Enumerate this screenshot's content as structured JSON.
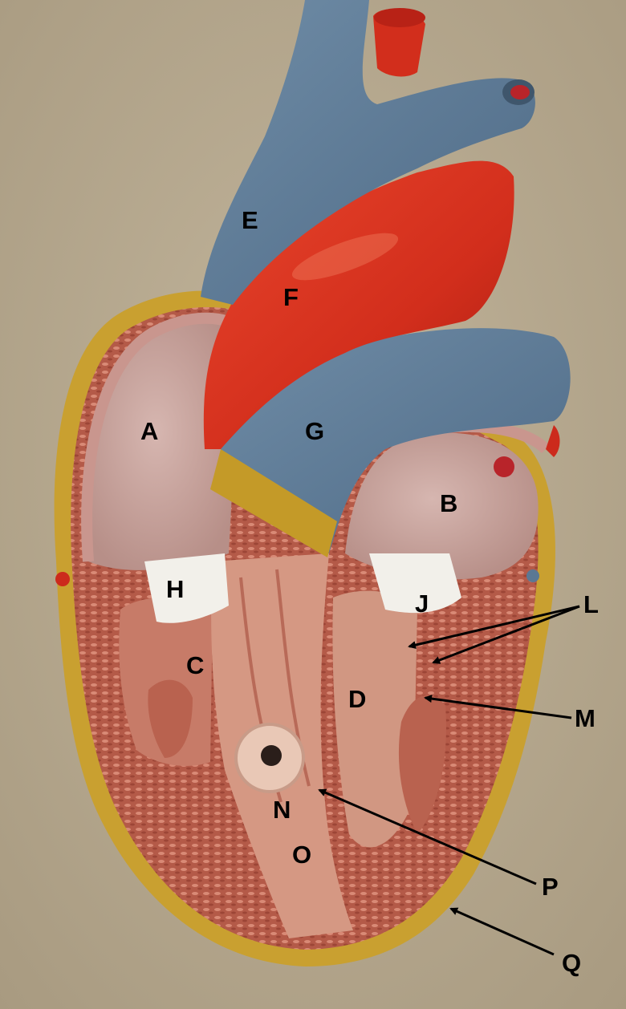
{
  "labels": {
    "A": "A",
    "B": "B",
    "C": "C",
    "D": "D",
    "E": "E",
    "F": "F",
    "G": "G",
    "H": "H",
    "J": "J",
    "L": "L",
    "M": "M",
    "N": "N",
    "O": "O",
    "P": "P",
    "Q": "Q"
  },
  "colors": {
    "background": "#b8aa90",
    "vein_blue": "#5a7894",
    "aorta_red": "#d8301e",
    "atrium_pink": "#d9b4ae",
    "myocardium": "#b85c4a",
    "septum": "#d59883",
    "epicardium_yellow": "#c9a030",
    "valve_white": "#f2f0ea"
  }
}
